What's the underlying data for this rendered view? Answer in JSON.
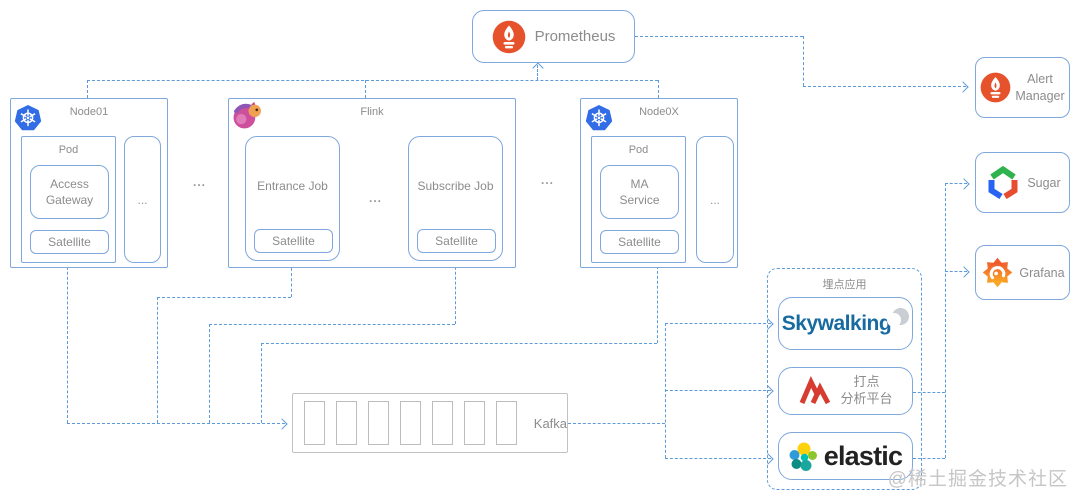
{
  "nodes": {
    "prometheus": {
      "label": "Prometheus"
    },
    "alert_manager": {
      "label": "Alert Manager"
    },
    "sugar": {
      "label": "Sugar"
    },
    "grafana": {
      "label": "Grafana"
    },
    "node01": {
      "title": "Node01",
      "pod": "Pod",
      "service": "Access Gateway",
      "satellite": "Satellite",
      "more": "..."
    },
    "flink": {
      "title": "Flink",
      "entrance_job": "Entrance Job",
      "subscribe_job": "Subscribe Job",
      "satellite": "Satellite",
      "more": "..."
    },
    "node0x": {
      "title": "Node0X",
      "pod": "Pod",
      "service": "MA Service",
      "satellite": "Satellite",
      "more": "..."
    },
    "gap_more_1": "...",
    "gap_more_2": "...",
    "kafka": {
      "label": "Kafka"
    },
    "tracking": {
      "title": "埋点应用",
      "skywalking": "Skywalking",
      "analysis_line1": "打点",
      "analysis_line2": "分析平台",
      "elastic": "elastic"
    }
  },
  "watermark": "@稀土掘金技术社区",
  "colors": {
    "box_border": "#7FA8DC",
    "connector_blue": "#5E9AD9",
    "text_grey": "#8C8C8C",
    "kafka_border": "#C2C2C2",
    "prometheus_orange": "#E6522C",
    "kubernetes_blue": "#326DE6",
    "skywalking_blue": "#176BA0",
    "analysis_red": "#D63C2F",
    "sugar_green": "#2FB34F",
    "sugar_blue": "#2664F1",
    "sugar_red": "#E74C31",
    "grafana_orange_top": "#F0542D",
    "grafana_orange_bottom": "#FAAD25",
    "elastic_yellow": "#FED10A",
    "watermark_grey": "#C6C6C6"
  }
}
